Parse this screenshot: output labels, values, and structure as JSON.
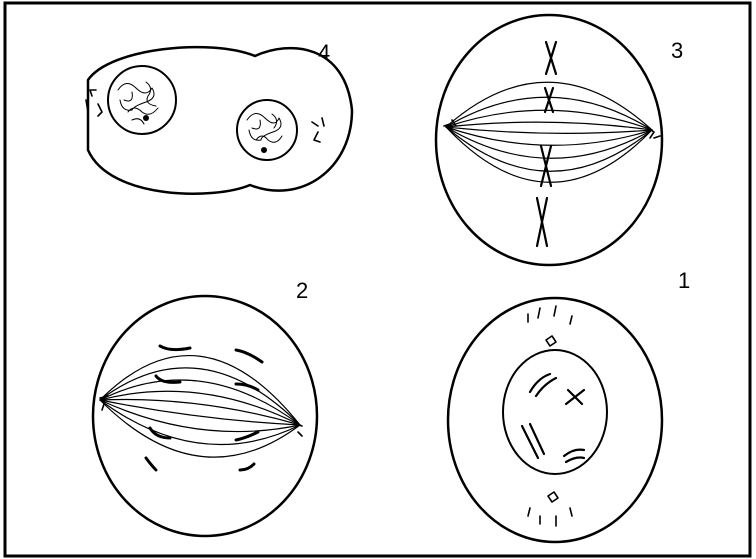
{
  "figure": {
    "labels": {
      "cell_4": "4",
      "cell_3": "3",
      "cell_2": "2",
      "cell_1": "1"
    },
    "ink_color": "#000000",
    "background_color": "#ffffff"
  }
}
